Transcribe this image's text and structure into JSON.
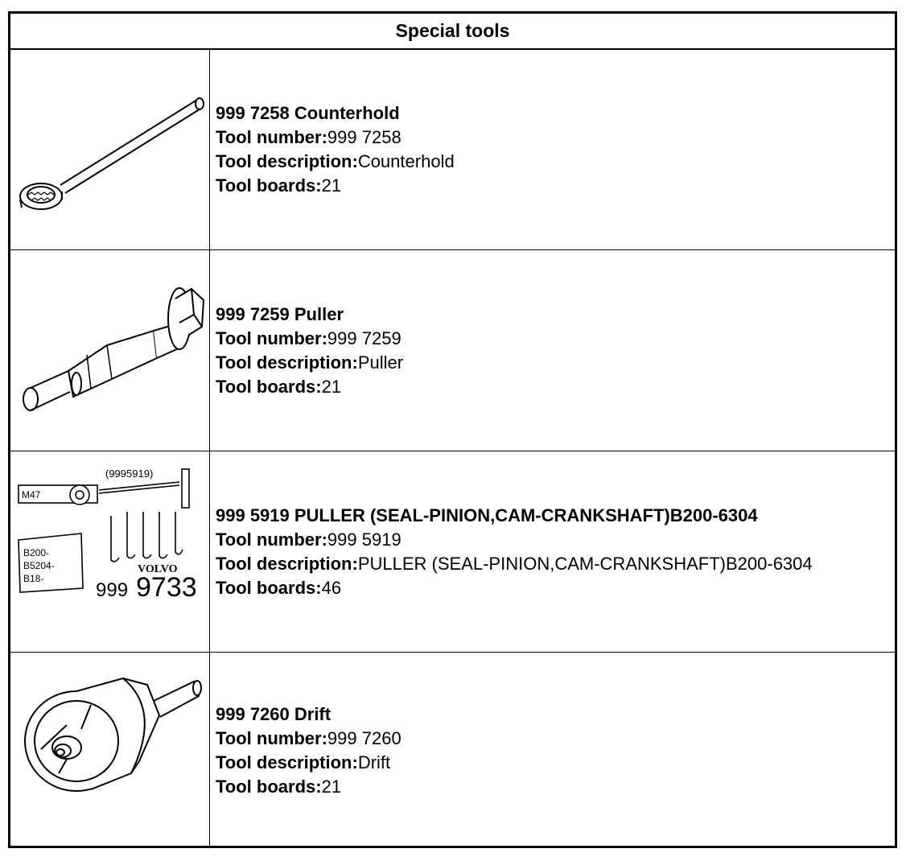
{
  "header": {
    "title": "Special tools"
  },
  "labels": {
    "tool_number": "Tool number:",
    "tool_description": "Tool description:",
    "tool_boards": "Tool boards:"
  },
  "tools": [
    {
      "icon": "counterhold-wrench-icon",
      "title": "999 7258 Counterhold",
      "number": "999 7258",
      "description": "Counterhold",
      "boards": "21"
    },
    {
      "icon": "puller-icon",
      "title": "999 7259 Puller",
      "number": "999 7259",
      "description": "Puller",
      "boards": "21"
    },
    {
      "icon": "puller-kit-icon",
      "title": "999 5919 PULLER (SEAL-PINION,CAM-CRANKSHAFT)B200-6304",
      "number": "999 5919",
      "description": "PULLER (SEAL-PINION,CAM-CRANKSHAFT)B200-6304",
      "boards": "46",
      "image_labels": {
        "part": "(9995919)",
        "m47": "M47",
        "brand": "VOLVO",
        "code_prefix": "999",
        "code_suffix": "9733",
        "engine_codes": [
          "B200-",
          "B5204-",
          "B18-"
        ]
      }
    },
    {
      "icon": "drift-icon",
      "title": "999 7260 Drift",
      "number": "999 7260",
      "description": "Drift",
      "boards": "21"
    }
  ]
}
